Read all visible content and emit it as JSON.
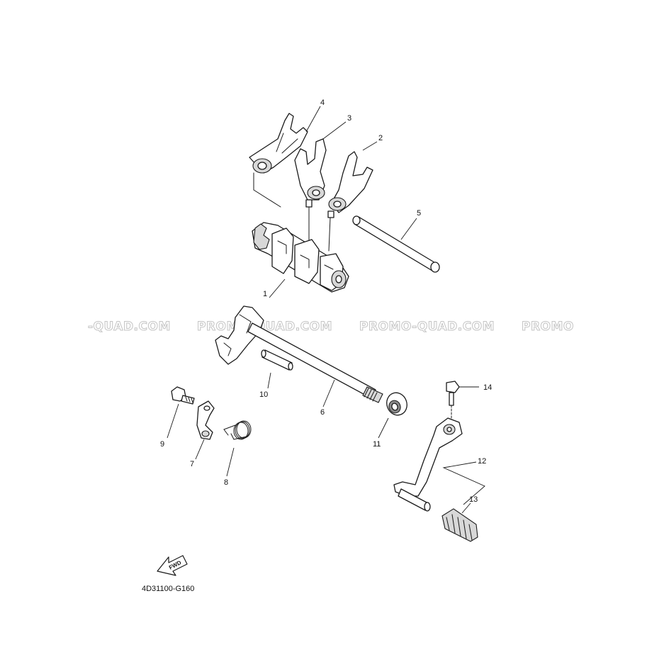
{
  "watermark": {
    "texts": [
      "-QUAD.COM",
      "PROMO-QUAD.COM",
      "PROMO-QUAD.COM",
      "PROMO"
    ]
  },
  "callouts": [
    {
      "id": "callout-1",
      "text": "1"
    },
    {
      "id": "callout-2",
      "text": "2"
    },
    {
      "id": "callout-3",
      "text": "3"
    },
    {
      "id": "callout-4",
      "text": "4"
    },
    {
      "id": "callout-5",
      "text": "5"
    },
    {
      "id": "callout-6",
      "text": "6"
    },
    {
      "id": "callout-7",
      "text": "7"
    },
    {
      "id": "callout-8",
      "text": "8"
    },
    {
      "id": "callout-9",
      "text": "9"
    },
    {
      "id": "callout-10",
      "text": "10"
    },
    {
      "id": "callout-11",
      "text": "11"
    },
    {
      "id": "callout-12",
      "text": "12"
    },
    {
      "id": "callout-13",
      "text": "13"
    },
    {
      "id": "callout-14",
      "text": "14"
    }
  ],
  "fwd_label": "FWD",
  "diagram_code": "4D31100-G160"
}
